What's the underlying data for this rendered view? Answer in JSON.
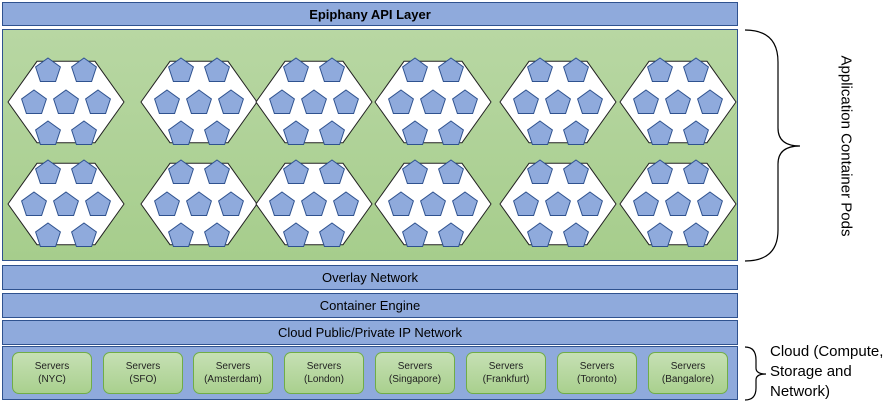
{
  "layers": {
    "api": "Epiphany API Layer",
    "overlay": "Overlay Network",
    "engine": "Container Engine",
    "ipnet": "Cloud Public/Private IP Network"
  },
  "servers": [
    {
      "line1": "Servers",
      "line2": "(NYC)"
    },
    {
      "line1": "Servers",
      "line2": "(SFO)"
    },
    {
      "line1": "Servers",
      "line2": "(Amsterdam)"
    },
    {
      "line1": "Servers",
      "line2": "(London)"
    },
    {
      "line1": "Servers",
      "line2": "(Singapore)"
    },
    {
      "line1": "Servers",
      "line2": "(Frankfurt)"
    },
    {
      "line1": "Servers",
      "line2": "(Toronto)"
    },
    {
      "line1": "Servers",
      "line2": "(Bangalore)"
    }
  ],
  "labels": {
    "pods": "Application Container Pods",
    "cloud_line1": "Cloud (Compute,",
    "cloud_line2": "Storage and",
    "cloud_line3": "Network)"
  },
  "pods": {
    "rows": 2,
    "cols": 6,
    "containers_per_pod": 7
  },
  "colors": {
    "layer": "#8faadc",
    "border": "#2f528f",
    "pod_fill": "#ffffff",
    "container_fill": "#8faadc",
    "green": "#a9d08e"
  }
}
